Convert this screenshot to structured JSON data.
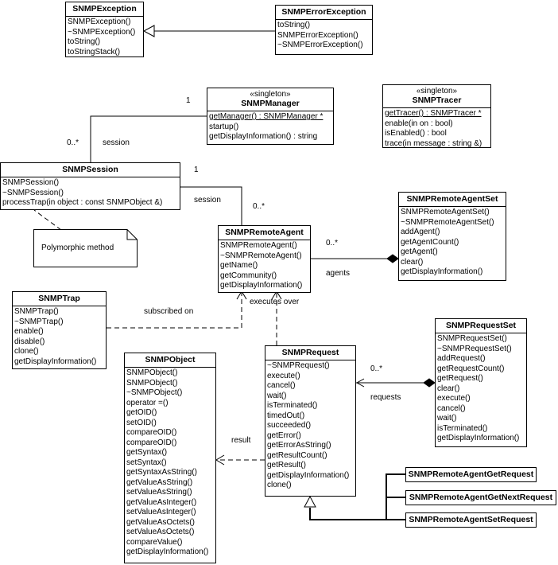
{
  "classes": {
    "snmp_exception": {
      "name": "SNMPException",
      "operations": [
        "SNMPException()",
        "~SNMPException()",
        "toString()",
        "toStringStack()"
      ]
    },
    "snmp_error_exception": {
      "name": "SNMPErrorException",
      "operations": [
        "toString()",
        "SNMPErrorException()",
        "~SNMPErrorException()"
      ]
    },
    "snmp_manager": {
      "stereotype": "«singleton»",
      "name": "SNMPManager",
      "operations": [
        "getManager() : SNMPManager *",
        "startup()",
        "getDisplayInformation() : string"
      ]
    },
    "snmp_tracer": {
      "stereotype": "«singleton»",
      "name": "SNMPTracer",
      "operations": [
        "getTracer() : SNMPTracer *",
        "enable(in on : bool)",
        "isEnabled() : bool",
        "trace(in message : string &)"
      ]
    },
    "snmp_session": {
      "name": "SNMPSession",
      "operations": [
        "SNMPSession()",
        "~SNMPSession()",
        "processTrap(in object : const SNMPObject &)"
      ]
    },
    "snmp_remote_agent": {
      "name": "SNMPRemoteAgent",
      "operations": [
        "SNMPRemoteAgent()",
        "~SNMPRemoteAgent()",
        "getName()",
        "getCommunity()",
        "getDisplayInformation()"
      ]
    },
    "snmp_remote_agent_set": {
      "name": "SNMPRemoteAgentSet",
      "operations": [
        "SNMPRemoteAgentSet()",
        "~SNMPRemoteAgentSet()",
        "addAgent()",
        "getAgentCount()",
        "getAgent()",
        "clear()",
        "getDisplayInformation()"
      ]
    },
    "snmp_trap": {
      "name": "SNMPTrap",
      "operations": [
        "SNMPTrap()",
        "~SNMPTrap()",
        "enable()",
        "disable()",
        "clone()",
        "getDisplayInformation()"
      ]
    },
    "snmp_request_set": {
      "name": "SNMPRequestSet",
      "operations": [
        "SNMPRequestSet()",
        "~SNMPRequestSet()",
        "addRequest()",
        "getRequestCount()",
        "getRequest()",
        "clear()",
        "execute()",
        "cancel()",
        "wait()",
        "isTerminated()",
        "getDisplayInformation()"
      ]
    },
    "snmp_request": {
      "name": "SNMPRequest",
      "operations": [
        "~SNMPRequest()",
        "execute()",
        "cancel()",
        "wait()",
        "isTerminated()",
        "timedOut()",
        "succeeded()",
        "getError()",
        "getErrorAsString()",
        "getResultCount()",
        "getResult()",
        "getDisplayInformation()",
        "clone()"
      ]
    },
    "snmp_object": {
      "name": "SNMPObject",
      "operations": [
        "SNMPObject()",
        "SNMPObject()",
        "~SNMPObject()",
        "operator =()",
        "getOID()",
        "setOID()",
        "compareOID()",
        "compareOID()",
        "getSyntax()",
        "setSyntax()",
        "getSyntaxAsString()",
        "getValueAsString()",
        "setValueAsString()",
        "getValueAsInteger()",
        "setValueAsInteger()",
        "getValueAsOctets()",
        "setValueAsOctets()",
        "compareValue()",
        "getDisplayInformation()"
      ]
    },
    "get_request": {
      "name": "SNMPRemoteAgentGetRequest"
    },
    "get_next_request": {
      "name": "SNMPRemoteAgentGetNextRequest"
    },
    "set_request": {
      "name": "SNMPRemoteAgentSetRequest"
    }
  },
  "labels": {
    "manager_mult": "1",
    "session_mult_many": "0..*",
    "session_role": "session",
    "session_mult_one": "1",
    "agent_session_role": "session",
    "agent_mult_many": "0..*",
    "agentset_mult": "0..*",
    "agents_role": "agents",
    "subscribed_on": "subscribed on",
    "executes_over": "executes over",
    "requestset_mult": "0..*",
    "requests_role": "requests",
    "result_role": "result"
  },
  "note": {
    "text": "Polymorphic method"
  }
}
